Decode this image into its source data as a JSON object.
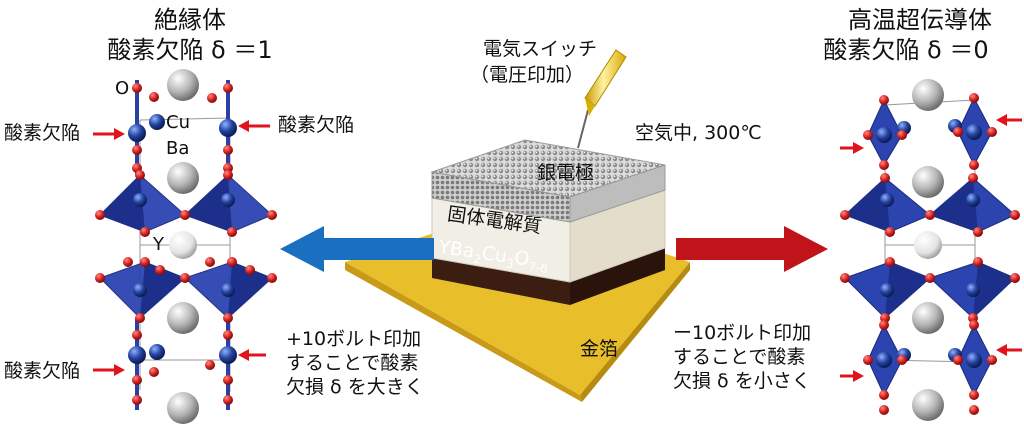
{
  "left": {
    "title_line1": "絶縁体",
    "title_line2": "酸素欠陥 δ ＝1",
    "label_O": "O",
    "label_Cu": "Cu",
    "label_Ba": "Ba",
    "label_Y": "Y",
    "vacancy_upper_left": "酸素欠陥",
    "vacancy_upper_right": "酸素欠陥",
    "vacancy_lower": "酸素欠陥"
  },
  "right": {
    "title_line1": "高温超伝導体",
    "title_line2": "酸素欠陥 δ ＝0"
  },
  "device": {
    "switch_line1": "電気スイッチ",
    "switch_line2": "（電圧印加）",
    "atmosphere": "空気中, 300℃",
    "silver_electrode": "銀電極",
    "solid_electrolyte": "固体電解質",
    "film_base": "YBa",
    "film_s1": "2",
    "film_mid1": "Cu",
    "film_s2": "3",
    "film_mid2": "O",
    "film_s3": "7-δ",
    "gold_foil": "金箔"
  },
  "arrows": {
    "left_text": "+10ボルト印加\nすることで酸素\n欠損 δ を大きく",
    "right_text": "ー10ボルト印加\nすることで酸素\n欠損 δ を小さく",
    "left_color": "#1a6fc0",
    "right_color": "#c0141a"
  },
  "colors": {
    "oxygen": "#d3201f",
    "copper": "#1f3f9e",
    "polyhedron": "#2b44b0",
    "barium": "#9c9c9c",
    "yttrium": "#e6e6e6",
    "gold": "#e8bf2a",
    "film": "#3b1d12",
    "electrolyte": "#f1eee6"
  }
}
